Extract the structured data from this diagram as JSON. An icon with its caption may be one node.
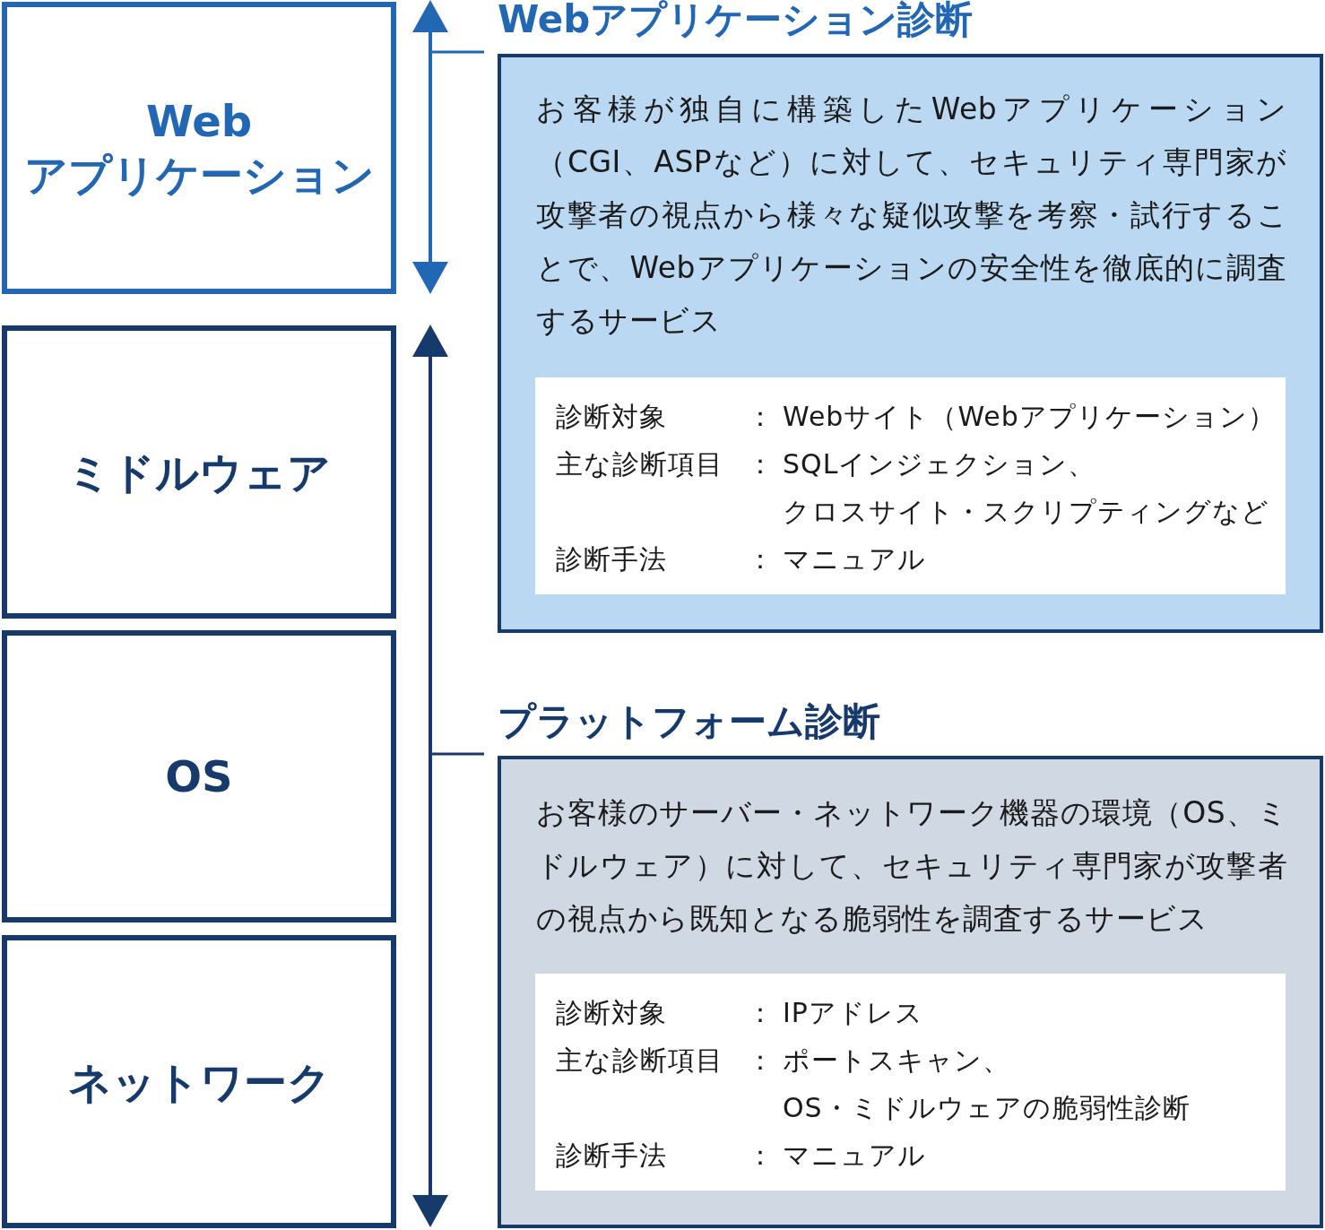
{
  "diagram": {
    "nodes": [
      {
        "text": [
          "Web アプリケーション"
        ]
      },
      {
        "text": [
          "ミドルウェア"
        ]
      },
      {
        "text": [
          "OS"
        ]
      },
      {
        "text": [
          "ネットワーク"
        ]
      },
      {
        "text": [
          "Webアプリケーション診断",
          "お客様が独自に構築したWebアプリケーション（CGI、ASPなど）に対して、セキュリティ専門家が攻撃者の視点から様々な疑似攻撃を考察・試行することで、Webアプリケーションの安全性を徹底的に調査するサービス"
        ]
      },
      {
        "text": [
          "診断対象",
          "：",
          "Webサイト（Webアプリケーション）",
          "主な診断項目",
          "：",
          "SQLインジェクション、",
          "クロスサイト・スクリプティングなど",
          "診断手法",
          "：",
          "マニュアル"
        ],
        "in": 4
      },
      {
        "text": [
          "プラットフォーム診断",
          "お客様のサーバー・ネットワーク機器の環境（OS、ミドルウェア）に対して、セキュリティ専門家が攻撃者の視点から既知となる脆弱性を調査するサービス"
        ]
      },
      {
        "text": [
          "診断対象",
          "：",
          "IPアドレス",
          "主な診断項目",
          "：",
          "ポートスキャン、",
          "OS・ミドルウェアの脆弱性診断",
          "診断手法",
          "：",
          "マニュアル"
        ],
        "in": 6
      }
    ]
  }
}
